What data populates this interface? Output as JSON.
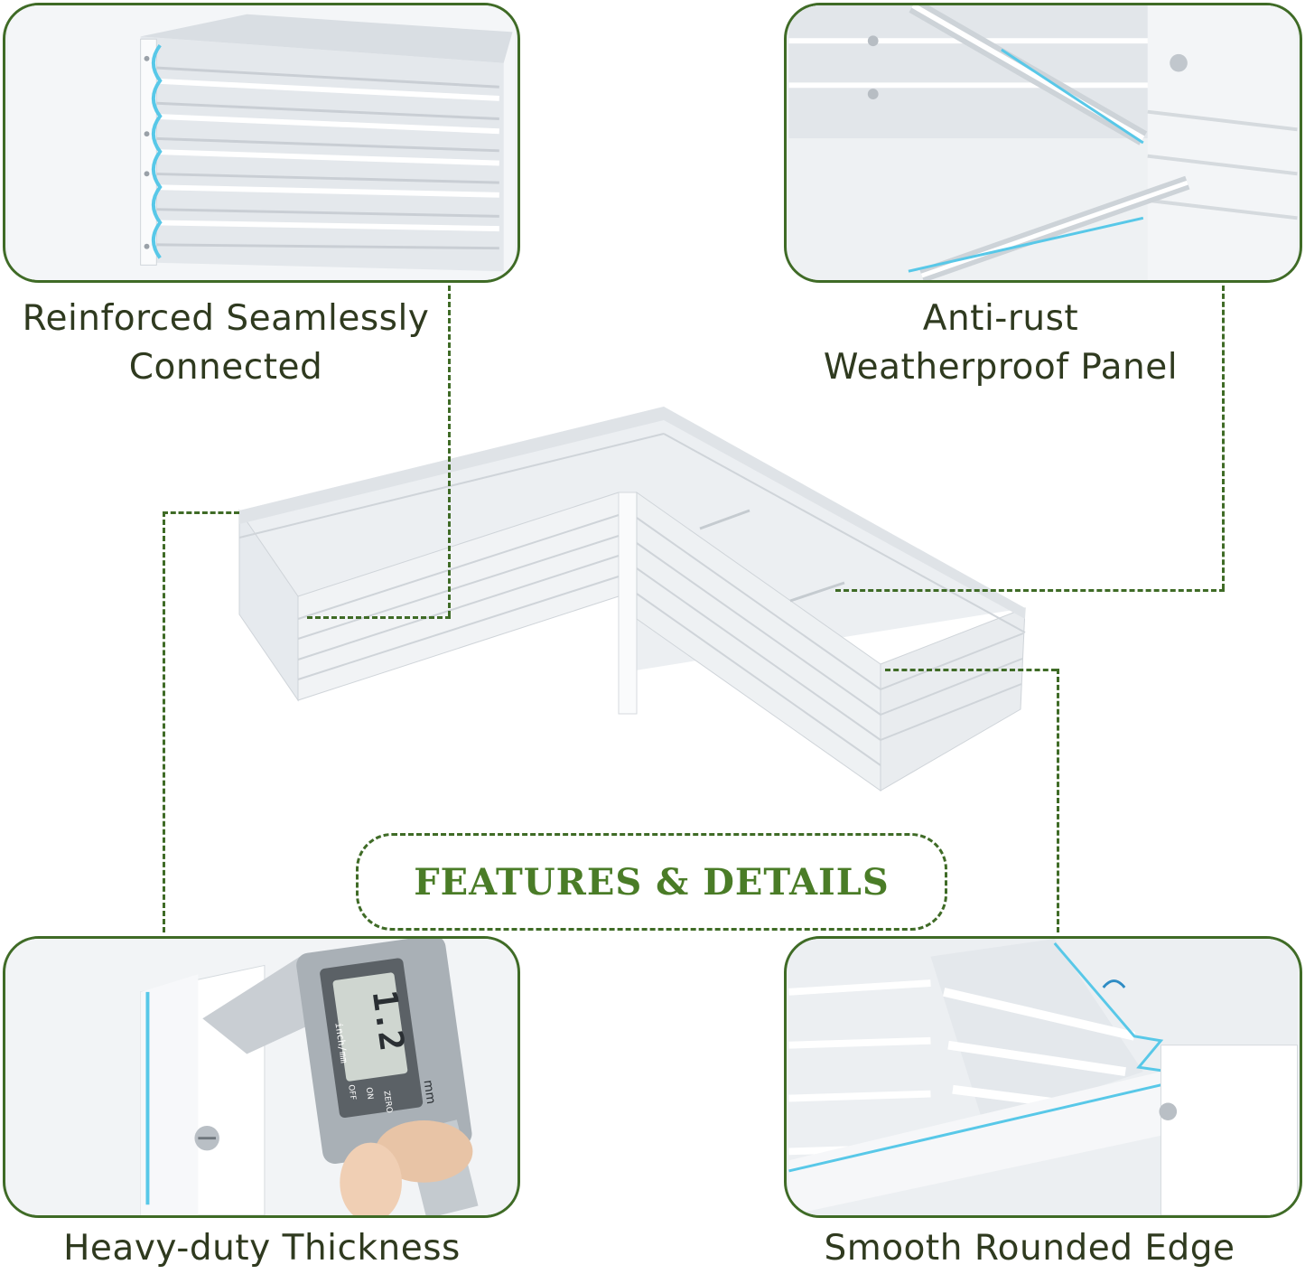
{
  "title": "FEATURES & DETAILS",
  "features": [
    {
      "id": "seam",
      "caption": [
        "Reinforced Seamlessly",
        "Connected"
      ]
    },
    {
      "id": "rust",
      "caption": [
        "Anti-rust",
        "Weatherproof Panel"
      ]
    },
    {
      "id": "thickness",
      "caption": [
        "Heavy-duty Thickness"
      ]
    },
    {
      "id": "edge",
      "caption": [
        "Smooth Rounded Edge"
      ]
    }
  ],
  "caliper": {
    "units": "inch/mm",
    "reading": "1.2",
    "unit_label": "mm",
    "off_label": "OFF",
    "on_label": "ON",
    "zero_label": "ZERO"
  },
  "colors": {
    "accent": "#3f6b26",
    "title_green": "#4a7c27",
    "highlight": "#58c8e8",
    "metal": "#e6eaee"
  }
}
